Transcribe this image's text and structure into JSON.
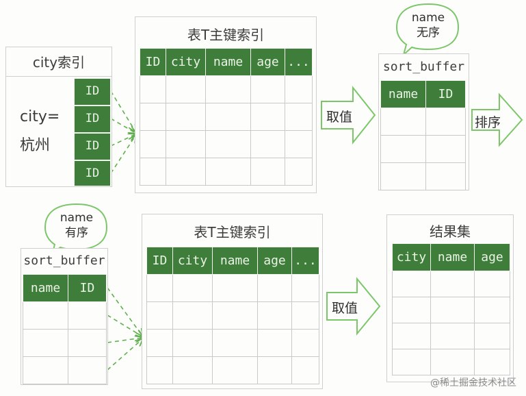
{
  "city_index": {
    "title": "city索引",
    "condition_line1": "city=",
    "condition_line2": "杭州",
    "id_cells": [
      "ID",
      "ID",
      "ID",
      "ID"
    ]
  },
  "top_table": {
    "title": "表T主键索引",
    "headers": [
      "ID",
      "city",
      "name",
      "age",
      "..."
    ]
  },
  "top_arrow_fetch": "取值",
  "sort_buffer_top": {
    "title": "sort_buffer",
    "headers": [
      "name",
      "ID"
    ],
    "bubble_line1": "name",
    "bubble_line2": "无序"
  },
  "sort_arrow": "排序",
  "sort_buffer_bottom": {
    "title": "sort_buffer",
    "headers": [
      "name",
      "ID"
    ],
    "bubble_line1": "name",
    "bubble_line2": "有序"
  },
  "bottom_table": {
    "title": "表T主键索引",
    "headers": [
      "ID",
      "city",
      "name",
      "age",
      "..."
    ]
  },
  "bottom_arrow_fetch": "取值",
  "result_set": {
    "title": "结果集",
    "headers": [
      "city",
      "name",
      "age"
    ]
  },
  "watermark": "@稀土掘金技术社区",
  "colors": {
    "header_green": "#3e7d3a",
    "arrow_green": "#7cc66a",
    "dashed_green": "#5fb04d",
    "border_gray": "#cfcfcf"
  }
}
